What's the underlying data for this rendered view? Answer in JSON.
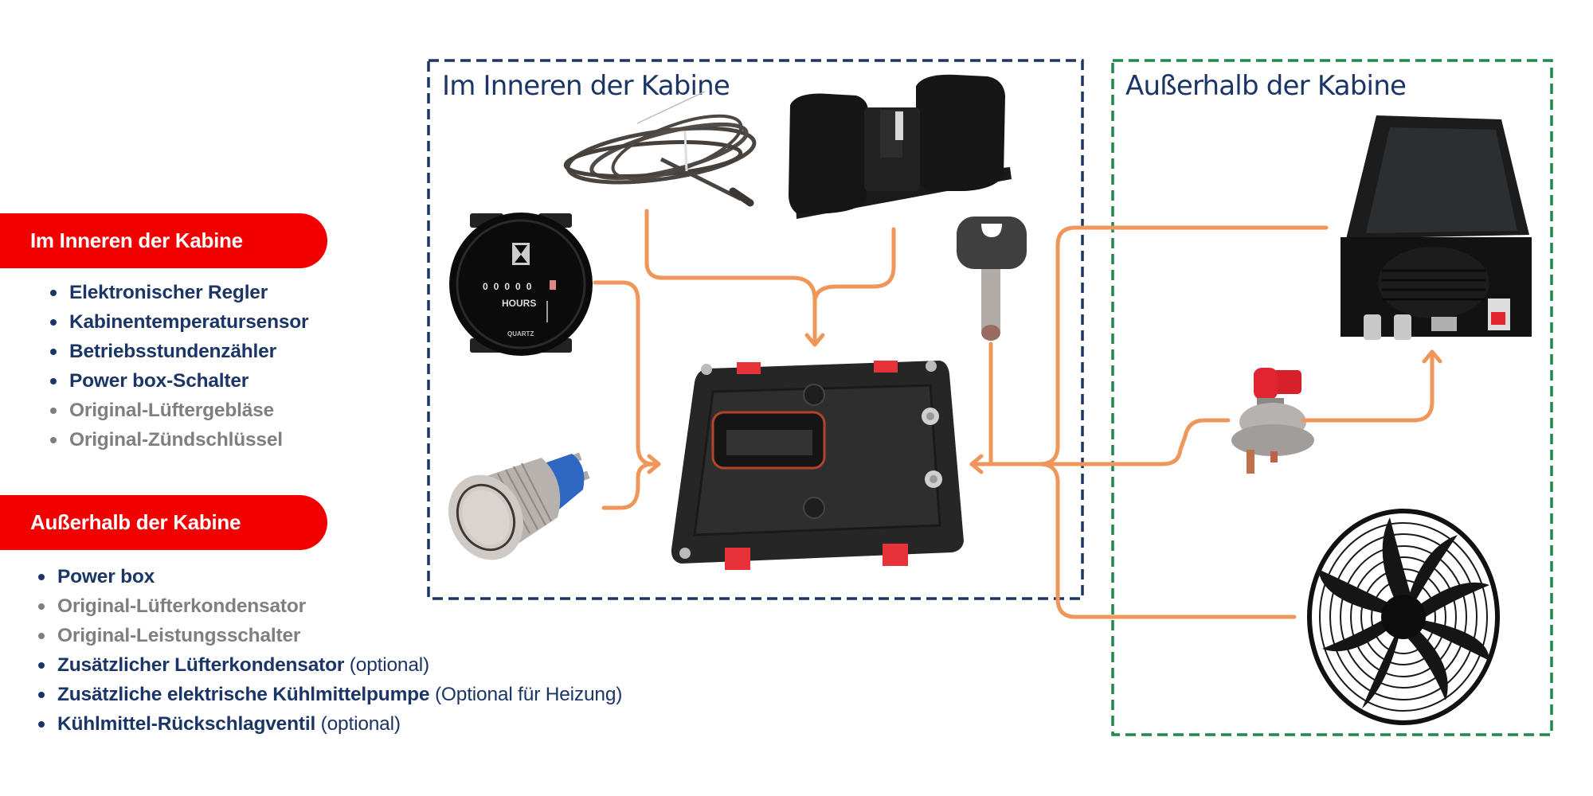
{
  "legend": {
    "inside": {
      "header": "Im Inneren der Kabine",
      "items": [
        {
          "text": "Elektronischer Regler",
          "status": "included"
        },
        {
          "text": "Kabinentemperatursensor",
          "status": "included"
        },
        {
          "text": "Betriebsstundenzähler",
          "status": "included"
        },
        {
          "text": "Power box-Schalter",
          "status": "included"
        },
        {
          "text": "Original-Lüftergebläse",
          "status": "original"
        },
        {
          "text": "Original-Zündschlüssel",
          "status": "original"
        }
      ]
    },
    "outside": {
      "header": "Außerhalb der Kabine",
      "items": [
        {
          "text": "Power box",
          "status": "included"
        },
        {
          "text": "Original-Lüfterkondensator",
          "status": "original"
        },
        {
          "text": "Original-Leistungsschalter",
          "status": "original"
        },
        {
          "text": "Zusätzlicher Lüfterkondensator",
          "suffix": " (optional)",
          "status": "included"
        },
        {
          "text": "Zusätzliche elektrische Kühlmittelpumpe",
          "suffix": " (Optional für Heizung)",
          "status": "included"
        },
        {
          "text": "Kühlmittel-Rückschlagventil",
          "suffix": " (optional)",
          "status": "included"
        }
      ]
    }
  },
  "diagram": {
    "inside_box": {
      "title": "Im Inneren der Kabine",
      "border_color": "#1b3566"
    },
    "outside_box": {
      "title": "Außerhalb der Kabine",
      "border_color": "#1e8a4a"
    },
    "connector_color": "#f0965a",
    "components": {
      "temperature_sensor": "cabin-temperature-sensor",
      "blower": "original-blower-fan",
      "hour_meter": {
        "name": "hour-meter",
        "digits": "00000",
        "label": "HOURS",
        "brand": "QUARTZ"
      },
      "push_switch": "power-box-switch",
      "ignition_key": "original-ignition-key",
      "controller": "electronic-controller",
      "power_box": "power-box",
      "battery_switch": "original-circuit-breaker",
      "condenser_fan": "original-condenser-fan"
    }
  },
  "colors": {
    "header_bg": "#f20000",
    "text_primary": "#1b3566",
    "text_muted": "#7f7f7f"
  }
}
